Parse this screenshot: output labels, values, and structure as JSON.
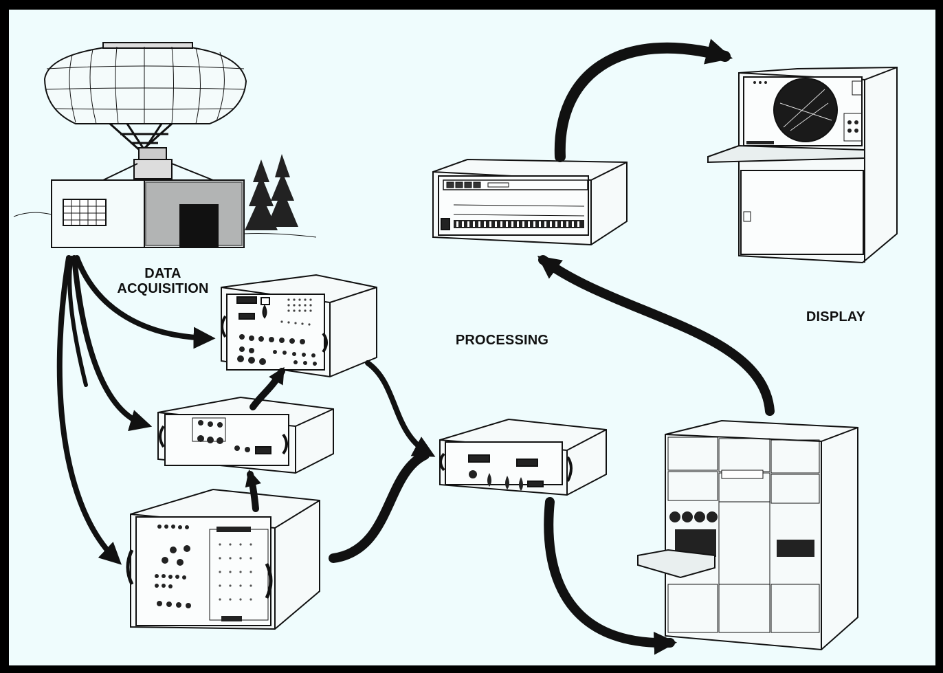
{
  "labels": {
    "data_acquisition_line1": "DATA",
    "data_acquisition_line2": "ACQUISITION",
    "processing": "PROCESSING",
    "display": "DISPLAY"
  },
  "stages": [
    "DATA ACQUISITION",
    "PROCESSING",
    "DISPLAY"
  ],
  "colors": {
    "background": "#effcfd",
    "frame": "#000000",
    "ink": "#111111"
  }
}
